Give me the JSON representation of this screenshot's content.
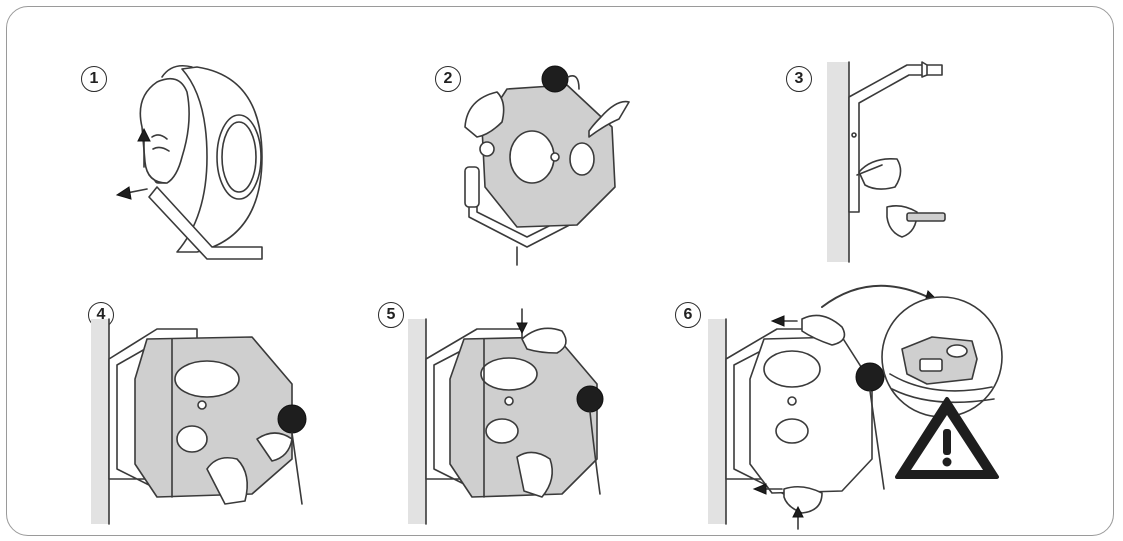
{
  "steps": [
    {
      "number": "1"
    },
    {
      "number": "2"
    },
    {
      "number": "3"
    },
    {
      "number": "4"
    },
    {
      "number": "5"
    },
    {
      "number": "6"
    }
  ],
  "icons": {
    "warning": "warning-triangle-icon",
    "arrow": "arrow-icon",
    "hand": "hand-icon"
  },
  "colors": {
    "line": "#3a3a3a",
    "fill_gray": "#cfcfcf",
    "plug_black": "#1e1e1e",
    "wall": "#e2e2e2"
  }
}
